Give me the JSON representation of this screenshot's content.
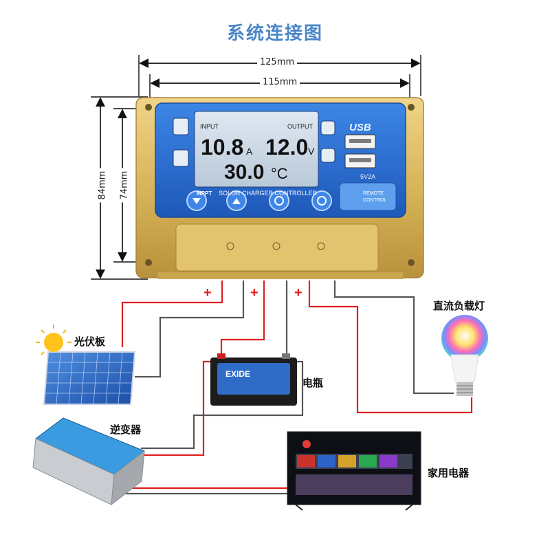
{
  "title": "系统连接图",
  "dimensions": {
    "outer_width": "125mm",
    "inner_width": "115mm",
    "outer_height": "84mm",
    "inner_height": "74mm"
  },
  "controller": {
    "input_label": "INPUT",
    "output_label": "OUTPUT",
    "current": "10.8",
    "current_unit": "A",
    "voltage": "12.0",
    "voltage_unit": "V",
    "temperature": "30.0",
    "temperature_unit": "°C",
    "mppt_badge": "MPPT",
    "product_name": "SOLOR CHARGER CONTROLLER",
    "usb_label": "USB",
    "usb_output": "5V2A",
    "remote_label_1": "REMOTE",
    "remote_label_2": "CONTROL"
  },
  "polarity": {
    "positive": "+"
  },
  "components": {
    "solar_panel": "光伏板",
    "battery": "电瓶",
    "battery_brand": "EXIDE",
    "inverter": "逆变器",
    "load_lamp": "直流负载灯",
    "appliances": "家用电器"
  },
  "colors": {
    "title": "#4a86c8",
    "positive_wire": "#e01e1e",
    "negative_wire": "#555555",
    "controller_gold": "#d9b55a",
    "lcd_panel": "#2f6fd0"
  }
}
